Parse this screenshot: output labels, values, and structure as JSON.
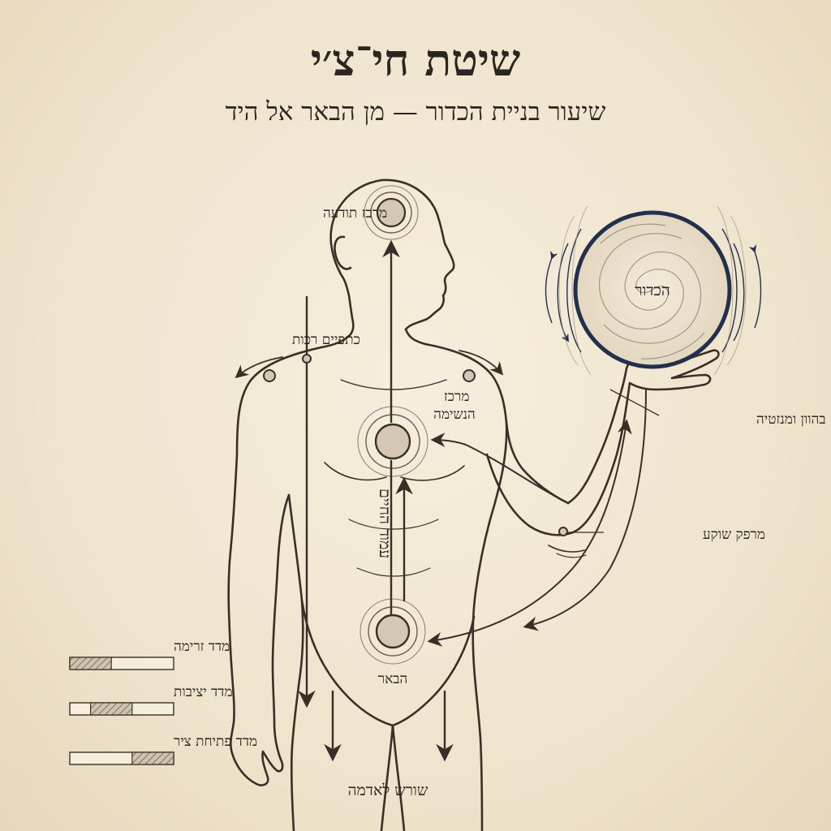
{
  "title": "שיטת חי־צ׳י",
  "subtitle": "שיעור בניית הכדור — מן הבאר אל היד",
  "labels": {
    "awareness_center": "מרכז תודעה",
    "soft_shoulders": "כתפיים רכות",
    "breath_center": "מרכז\nהנשימה",
    "pillar_of_life": "עמוד החיים",
    "the_well": "הבאר",
    "root_to_earth": "שורש לאדמה",
    "the_ball": "הכדור",
    "softness_magnetism": "בהוון ומנזטיה",
    "sunken_elbow": "מרפק שוקע"
  },
  "meters": [
    {
      "label": "מדד זרימה",
      "level": 0.4
    },
    {
      "label": "מדד יציבות",
      "level": 0.4
    },
    {
      "label": "מדד פתיחת ציר",
      "level": 0.4
    }
  ],
  "colors": {
    "ink": "#3a2f27",
    "ball_ring": "#22304e",
    "paper": "#f1e7d3"
  }
}
